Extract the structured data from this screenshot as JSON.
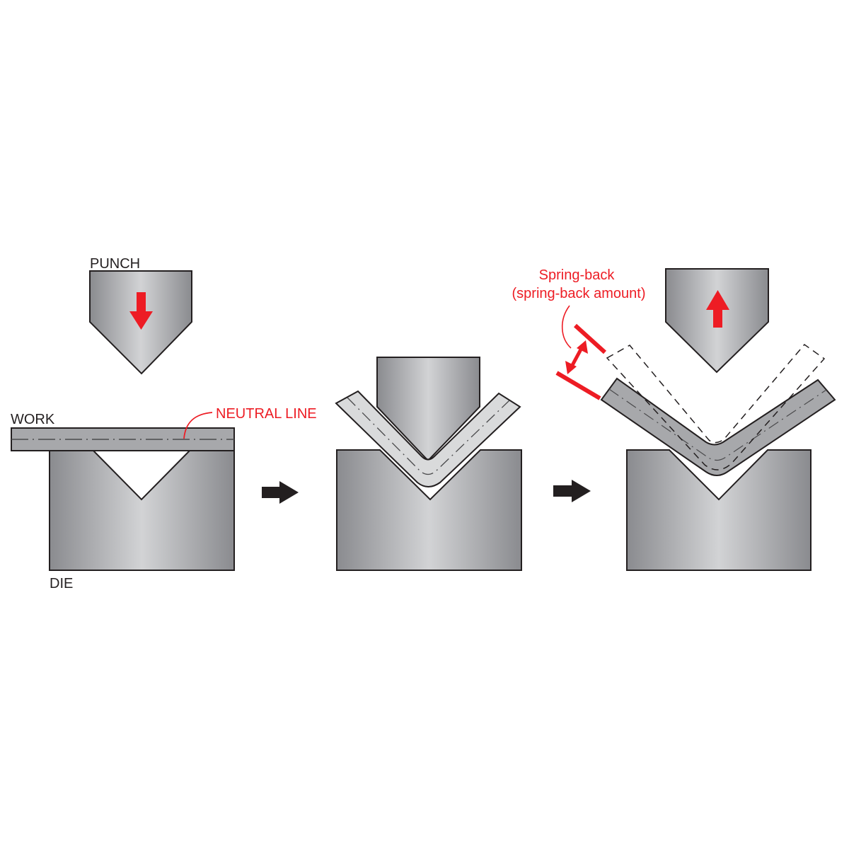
{
  "labels": {
    "punch": "PUNCH",
    "work": "WORK",
    "die": "DIE",
    "neutral_line": "NEUTRAL LINE",
    "spring_back": "Spring-back",
    "spring_back_amount": "(spring-back amount)"
  },
  "colors": {
    "accent_red": "#ed1c24",
    "steel_dark": "#8a8b8f",
    "steel_light": "#d2d3d5",
    "work_gray": "#a7a8ab",
    "work_light": "#d9dadb",
    "outline": "#231f20"
  },
  "icons": [
    "arrow-down-icon",
    "arrow-right-icon",
    "arrow-right-icon",
    "arrow-up-icon",
    "double-arrow-icon"
  ]
}
